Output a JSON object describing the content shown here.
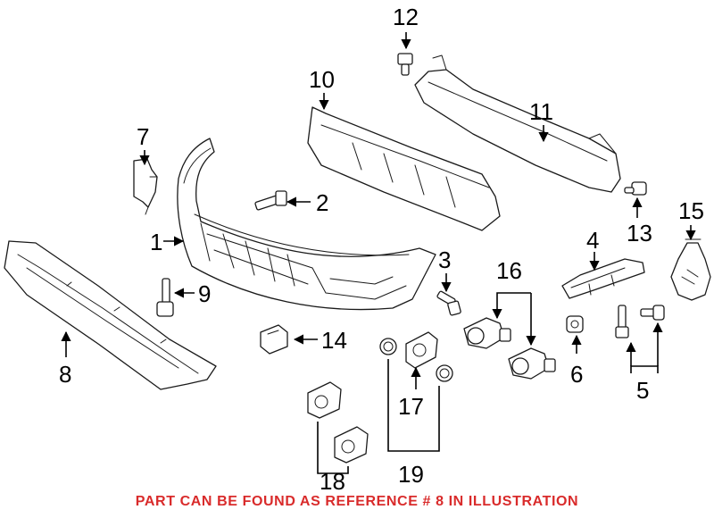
{
  "diagram": {
    "callouts": {
      "c1": "1",
      "c2": "2",
      "c3": "3",
      "c4": "4",
      "c5": "5",
      "c6": "6",
      "c7": "7",
      "c8": "8",
      "c9": "9",
      "c10": "10",
      "c11": "11",
      "c12": "12",
      "c13": "13",
      "c14": "14",
      "c15": "15",
      "c16": "16",
      "c17": "17",
      "c18": "18",
      "c19": "19"
    }
  },
  "footer": {
    "note": "PART CAN BE FOUND AS REFERENCE # 8 IN ILLUSTRATION",
    "note_color": "#d92b2b"
  }
}
